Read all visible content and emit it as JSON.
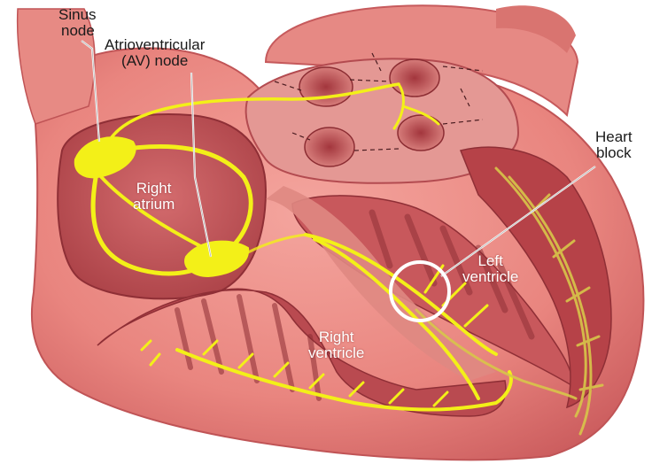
{
  "labels": {
    "sinus_node": [
      "Sinus",
      "node"
    ],
    "av_node": [
      "Atrioventricular",
      "(AV) node"
    ],
    "heart_block": [
      "Heart",
      "block"
    ],
    "right_atrium": [
      "Right",
      "atrium"
    ],
    "left_ventricle": [
      "Left",
      "ventricle"
    ],
    "right_ventricle": [
      "Right",
      "ventricle"
    ]
  },
  "colors": {
    "tissue": "#e9857f",
    "tissue_dark": "#c8585a",
    "chamber": "#b9484c",
    "chamber_inner": "#d9777a",
    "conduction": "#f3f018",
    "conduction_muted": "#d8c64a",
    "block_ring": "#ffffff",
    "leader_line": "#ffffff",
    "text_dark": "#1a1a1a",
    "text_light": "#ffffff"
  }
}
